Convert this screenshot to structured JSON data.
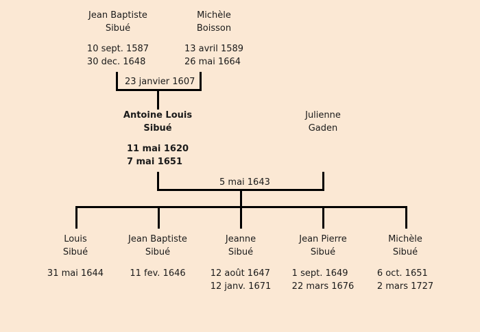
{
  "colors": {
    "background": "#fbe8d4",
    "line": "#000000",
    "text": "#1a1a1a"
  },
  "generation1": {
    "father": {
      "given_name": "Jean Baptiste",
      "surname": "Sibué",
      "birth_date": "10 sept. 1587",
      "death_date": "30 dec. 1648"
    },
    "mother": {
      "given_name": "Michèle",
      "surname": "Boisson",
      "birth_date": "13 avril 1589",
      "death_date": "26 mai 1664"
    },
    "marriage_date": "23 janvier 1607"
  },
  "generation2": {
    "father": {
      "given_name": "Antoine Louis",
      "surname": "Sibué",
      "birth_date": "11 mai 1620",
      "death_date": "7 mai 1651"
    },
    "mother": {
      "given_name": "Julienne",
      "surname": "Gaden",
      "birth_date": "",
      "death_date": ""
    },
    "marriage_date": "5 mai 1643"
  },
  "children": [
    {
      "given_name": "Louis",
      "surname": "Sibué",
      "birth_date": "31 mai 1644",
      "death_date": ""
    },
    {
      "given_name": "Jean Baptiste",
      "surname": "Sibué",
      "birth_date": "11 fev. 1646",
      "death_date": ""
    },
    {
      "given_name": "Jeanne",
      "surname": "Sibué",
      "birth_date": "12 août 1647",
      "death_date": "12 janv. 1671"
    },
    {
      "given_name": "Jean Pierre",
      "surname": "Sibué",
      "birth_date": "1 sept. 1649",
      "death_date": "22 mars 1676"
    },
    {
      "given_name": "Michèle",
      "surname": "Sibué",
      "birth_date": "6 oct. 1651",
      "death_date": "2 mars 1727"
    }
  ]
}
